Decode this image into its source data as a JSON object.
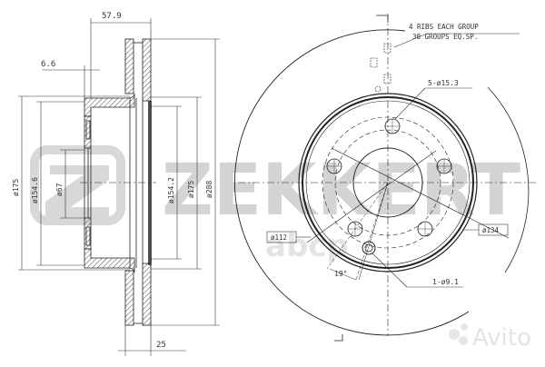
{
  "watermark": {
    "brand": "ZEKKERT",
    "brand_partial_left": "Z",
    "brand_main": "ZEKKERT",
    "secondary": "abcp",
    "marketplace": "Avito"
  },
  "side_view": {
    "dims": {
      "total_height": "57.9",
      "hat_thickness": "6.6",
      "disc_thickness": "25",
      "d_outer_hat": "ø175",
      "d_hat_inner": "ø154.6",
      "d_center_bore": "ø67",
      "d_right_154": "ø154.2",
      "d_right_175": "ø175",
      "d_outer": "ø288"
    }
  },
  "front_view": {
    "notes": {
      "ribs_line1": "4 RIBS EACH GROUP",
      "ribs_line2": "30 GROUPS EQ.SP.",
      "bolt_holes": "5-ø15.3",
      "pcd": "ø112",
      "ring": "ø134",
      "angle": "19°",
      "locator": "1-ø9.1"
    }
  },
  "colors": {
    "line": "#222222",
    "watermark": "#d4d4d4",
    "background": "#ffffff"
  }
}
